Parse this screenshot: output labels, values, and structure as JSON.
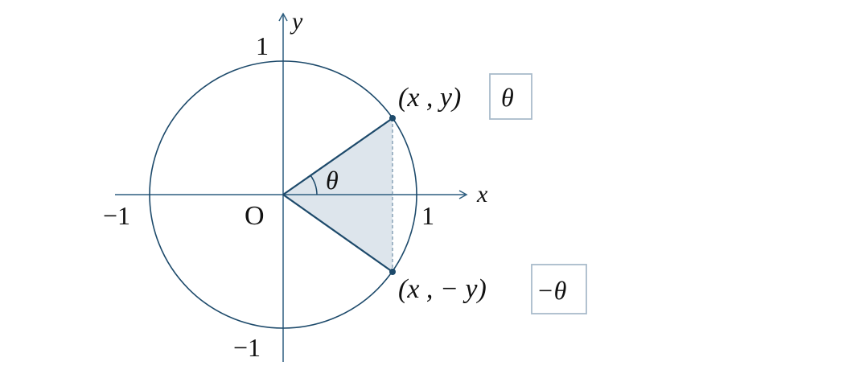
{
  "labels": {
    "y_axis": "y",
    "x_axis": "x",
    "origin": "O",
    "y_pos_one": "1",
    "y_neg_one": "−1",
    "x_pos_one": "1",
    "x_neg_one": "−1",
    "angle": "θ",
    "point_upper": "(x , y)",
    "point_lower": "(x , − y)",
    "box_upper": "θ",
    "box_lower": "−θ"
  },
  "colors": {
    "line": "#1d4a6b",
    "fill": "#dde5ec",
    "box": "#a9bccb"
  },
  "angle_degrees": 35
}
